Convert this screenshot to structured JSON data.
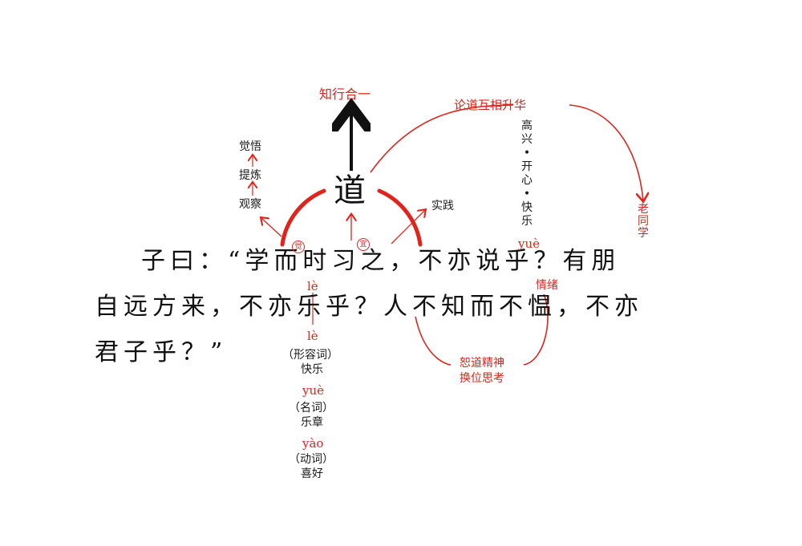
{
  "text": {
    "line1": "子曰：“学而时习之，不亦说乎？有朋",
    "line2": "自远方来，不亦乐乎？人不知而不愠，不亦",
    "line3": "君子乎？”"
  },
  "center": {
    "dao": "道",
    "zhixing": "知行合一",
    "shijian": "实践",
    "seal_jue": "觉",
    "seal_yi": "宜"
  },
  "left_chain": {
    "juewu": "觉悟",
    "tilian": "提炼",
    "guancha": "观察"
  },
  "top_arc": {
    "label": "论道互相升华",
    "target": "老同学",
    "emotions": "高兴•开心•快乐",
    "pinyin": "yuè"
  },
  "le_column": {
    "pinyin_top": "lè",
    "pinyin_1": "lè",
    "pos_1": "（形容词）",
    "meaning_1": "快乐",
    "pinyin_2": "yuè",
    "pos_2": "（名词）",
    "meaning_2": "乐章",
    "pinyin_3": "yào",
    "pos_3": "（动词）",
    "meaning_3": "喜好"
  },
  "right_arc": {
    "qingxu": "情绪",
    "line1": "恕道精神",
    "line2": "换位思考"
  },
  "colors": {
    "accent": "#e0241b",
    "text": "#111111"
  }
}
